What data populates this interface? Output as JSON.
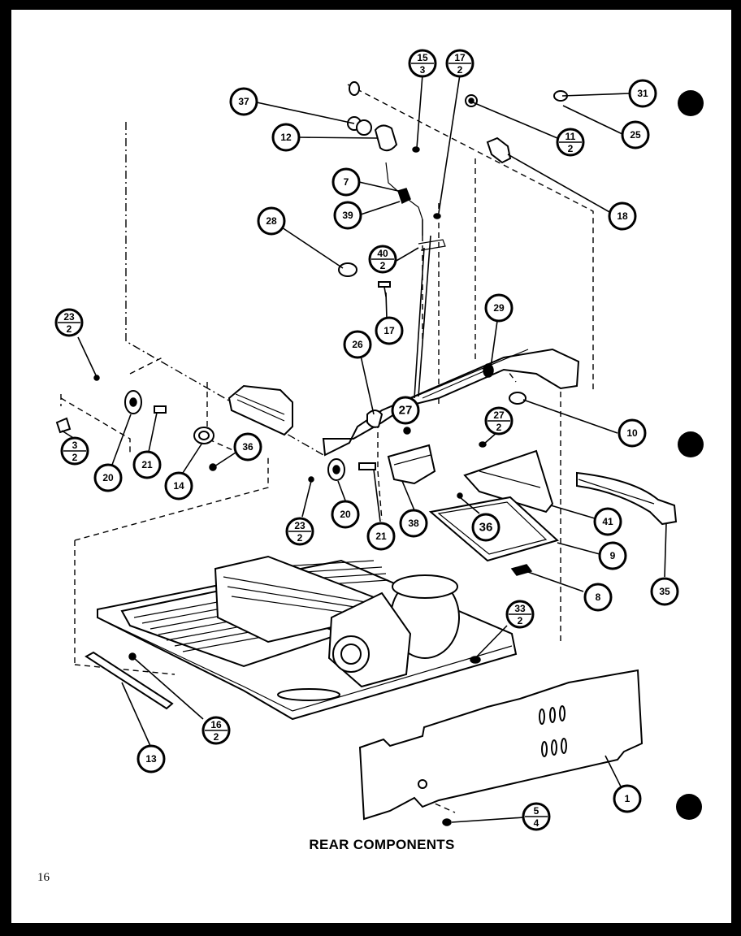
{
  "diagram": {
    "title": "REAR COMPONENTS",
    "page_number": "16",
    "callouts": [
      {
        "id": "c-15",
        "top": "15",
        "bottom": "3"
      },
      {
        "id": "c-17a",
        "top": "17",
        "bottom": "2"
      },
      {
        "id": "c-31",
        "label": "31"
      },
      {
        "id": "c-37",
        "label": "37"
      },
      {
        "id": "c-11",
        "top": "11",
        "bottom": "2"
      },
      {
        "id": "c-25",
        "label": "25"
      },
      {
        "id": "c-12",
        "label": "12"
      },
      {
        "id": "c-7",
        "label": "7"
      },
      {
        "id": "c-39",
        "label": "39"
      },
      {
        "id": "c-18",
        "label": "18"
      },
      {
        "id": "c-28",
        "label": "28"
      },
      {
        "id": "c-40",
        "top": "40",
        "bottom": "2"
      },
      {
        "id": "c-17b",
        "label": "17"
      },
      {
        "id": "c-29",
        "label": "29"
      },
      {
        "id": "c-23a",
        "top": "23",
        "bottom": "2"
      },
      {
        "id": "c-26",
        "label": "26"
      },
      {
        "id": "c-27a",
        "label": "27"
      },
      {
        "id": "c-27b",
        "top": "27",
        "bottom": "2"
      },
      {
        "id": "c-10",
        "label": "10"
      },
      {
        "id": "c-3",
        "top": "3",
        "bottom": "2"
      },
      {
        "id": "c-20a",
        "label": "20"
      },
      {
        "id": "c-21a",
        "label": "21"
      },
      {
        "id": "c-14",
        "label": "14"
      },
      {
        "id": "c-36a",
        "label": "36"
      },
      {
        "id": "c-23b",
        "top": "23",
        "bottom": "2"
      },
      {
        "id": "c-20b",
        "label": "20"
      },
      {
        "id": "c-21b",
        "label": "21"
      },
      {
        "id": "c-38",
        "label": "38"
      },
      {
        "id": "c-36b",
        "label": "36"
      },
      {
        "id": "c-41",
        "label": "41"
      },
      {
        "id": "c-9",
        "label": "9"
      },
      {
        "id": "c-35",
        "label": "35"
      },
      {
        "id": "c-8",
        "label": "8"
      },
      {
        "id": "c-33",
        "top": "33",
        "bottom": "2"
      },
      {
        "id": "c-16",
        "top": "16",
        "bottom": "2"
      },
      {
        "id": "c-13",
        "label": "13"
      },
      {
        "id": "c-1",
        "label": "1"
      },
      {
        "id": "c-5",
        "top": "5",
        "bottom": "4"
      }
    ]
  }
}
